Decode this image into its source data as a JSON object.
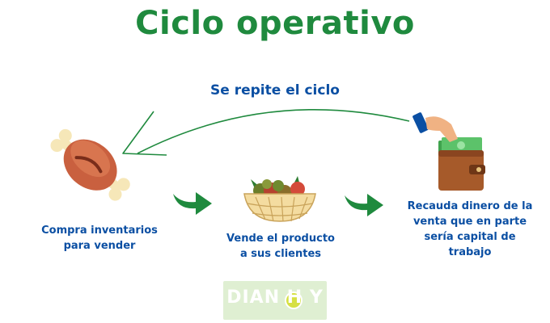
{
  "title": "Ciclo operativo",
  "cycle_label": "Se repite el ciclo",
  "steps": [
    {
      "label_line1": "Compra inventarios",
      "label_line2": "para vender",
      "icon": "meat-bone-icon"
    },
    {
      "label_line1": "Vende el producto",
      "label_line2": "a sus clientes",
      "icon": "vegetable-basket-icon"
    },
    {
      "label_line1": "Recauda dinero de la",
      "label_line2": "venta que en parte",
      "label_line3": "sería capital de",
      "label_line4": "trabajo",
      "icon": "wallet-money-icon"
    }
  ],
  "logo": {
    "text": "DIAN H  Y"
  },
  "colors": {
    "title": "#1f8a3e",
    "text": "#0b4fa3",
    "arrow": "#1f8a3e"
  }
}
